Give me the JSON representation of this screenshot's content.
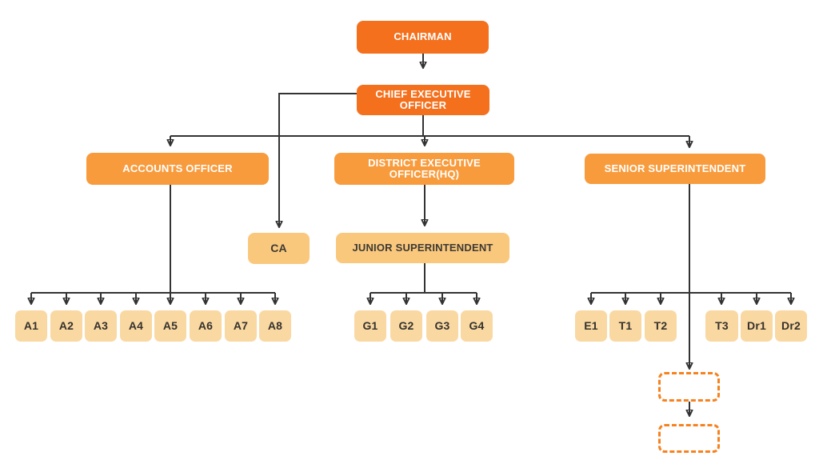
{
  "colors": {
    "level1_bg": "#f4701d",
    "level2_bg": "#f89b3c",
    "level3_bg": "#fac87d",
    "leaf_bg": "#fad8a2",
    "connector": "#333333",
    "vacant_border": "#f6821f",
    "text_on_orange": "#ffffff",
    "text_dark": "#3d3a33"
  },
  "org": {
    "chairman": "CHAIRMAN",
    "chief_executive_officer": "CHIEF EXECUTIVE OFFICER",
    "accounts_officer": "ACCOUNTS OFFICER",
    "district_executive_officer_hq": "DISTRICT EXECUTIVE OFFICER(HQ)",
    "senior_superintendent": "SENIOR SUPERINTENDENT",
    "ca": "CA",
    "junior_superintendent": "JUNIOR SUPERINTENDENT",
    "accounts_staff": [
      "A1",
      "A2",
      "A3",
      "A4",
      "A5",
      "A6",
      "A7",
      "A8"
    ],
    "district_staff": [
      "G1",
      "G2",
      "G3",
      "G4"
    ],
    "senior_staff": [
      "E1",
      "T1",
      "T2",
      "T3",
      "Dr1",
      "Dr2"
    ],
    "vacant_positions": [
      "",
      ""
    ]
  }
}
